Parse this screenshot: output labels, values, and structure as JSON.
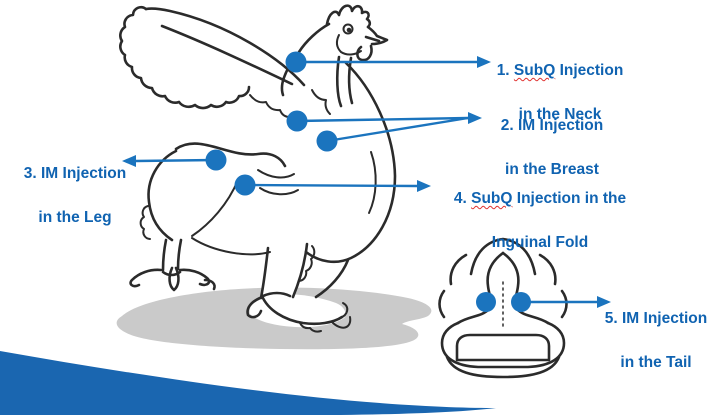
{
  "colors": {
    "label_text": "#1063B1",
    "marker": "#1B74BE",
    "band": "#1A66B0",
    "line_art": "#2b2b2b",
    "shadow": "#CACACA",
    "squiggle": "#E0312F"
  },
  "annotations": [
    {
      "prefix": "1. ",
      "misspelled": "SubQ",
      "suffix": " Injection",
      "line2": "in the Neck"
    },
    {
      "prefix": "2. IM Injection",
      "misspelled": "",
      "suffix": "",
      "line2": "in the Breast"
    },
    {
      "prefix": "3. IM Injection",
      "misspelled": "",
      "suffix": "",
      "line2": "in the Leg"
    },
    {
      "prefix": "4. ",
      "misspelled": "SubQ",
      "suffix": " Injection in the",
      "line2": "Inguinal Fold"
    },
    {
      "prefix": "5. IM Injection",
      "misspelled": "",
      "suffix": "",
      "line2": "in the Tail"
    }
  ]
}
